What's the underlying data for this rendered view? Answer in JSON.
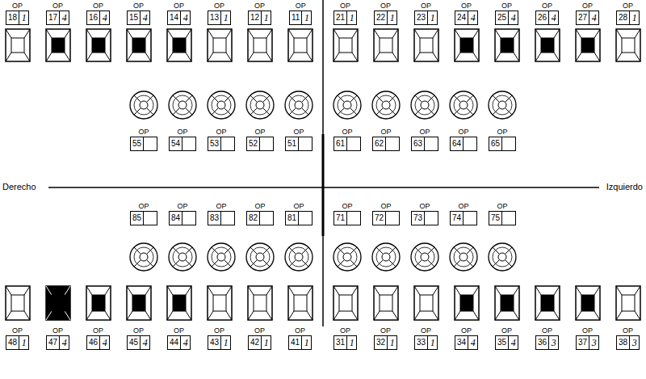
{
  "diagram": {
    "nodes": [
      {
        "text": [
          "OP",
          "18",
          "1"
        ]
      },
      {
        "text": [
          "OP",
          "17",
          "4"
        ]
      },
      {
        "text": [
          "OP",
          "16",
          "4"
        ]
      },
      {
        "text": [
          "OP",
          "15",
          "4"
        ]
      },
      {
        "text": [
          "OP",
          "14",
          "4"
        ]
      },
      {
        "text": [
          "OP",
          "13",
          "1"
        ]
      },
      {
        "text": [
          "OP",
          "12",
          "1"
        ]
      },
      {
        "text": [
          "OP",
          "11",
          "1"
        ]
      },
      {
        "text": [
          "OP",
          "21",
          "1"
        ]
      },
      {
        "text": [
          "OP",
          "22",
          "1"
        ]
      },
      {
        "text": [
          "OP",
          "23",
          "1"
        ]
      },
      {
        "text": [
          "OP",
          "24",
          "4"
        ]
      },
      {
        "text": [
          "OP",
          "25",
          "4"
        ]
      },
      {
        "text": [
          "OP",
          "26",
          "4"
        ]
      },
      {
        "text": [
          "OP",
          "27",
          "4"
        ]
      },
      {
        "text": [
          "OP",
          "28",
          "1"
        ]
      },
      {
        "text": [
          "OP",
          "55"
        ]
      },
      {
        "text": [
          "OP",
          "54"
        ]
      },
      {
        "text": [
          "OP",
          "53"
        ]
      },
      {
        "text": [
          "OP",
          "52"
        ]
      },
      {
        "text": [
          "OP",
          "51"
        ]
      },
      {
        "text": [
          "OP",
          "61"
        ]
      },
      {
        "text": [
          "OP",
          "62"
        ]
      },
      {
        "text": [
          "OP",
          "63"
        ]
      },
      {
        "text": [
          "OP",
          "64"
        ]
      },
      {
        "text": [
          "OP",
          "65"
        ]
      },
      {
        "text": [
          "OP",
          "85"
        ]
      },
      {
        "text": [
          "OP",
          "84"
        ]
      },
      {
        "text": [
          "OP",
          "83"
        ]
      },
      {
        "text": [
          "OP",
          "82"
        ]
      },
      {
        "text": [
          "OP",
          "81"
        ]
      },
      {
        "text": [
          "OP",
          "71"
        ]
      },
      {
        "text": [
          "OP",
          "72"
        ]
      },
      {
        "text": [
          "OP",
          "73"
        ]
      },
      {
        "text": [
          "OP",
          "74"
        ]
      },
      {
        "text": [
          "OP",
          "75"
        ]
      },
      {
        "text": [
          "OP",
          "48",
          "1"
        ]
      },
      {
        "text": [
          "OP",
          "47",
          "4"
        ]
      },
      {
        "text": [
          "OP",
          "46",
          "4"
        ]
      },
      {
        "text": [
          "OP",
          "45",
          "4"
        ]
      },
      {
        "text": [
          "OP",
          "44",
          "4"
        ]
      },
      {
        "text": [
          "OP",
          "43",
          "1"
        ]
      },
      {
        "text": [
          "OP",
          "42",
          "1"
        ]
      },
      {
        "text": [
          "OP",
          "41",
          "1"
        ]
      },
      {
        "text": [
          "OP",
          "31",
          "1"
        ]
      },
      {
        "text": [
          "OP",
          "32",
          "1"
        ]
      },
      {
        "text": [
          "OP",
          "33",
          "1"
        ]
      },
      {
        "text": [
          "OP",
          "34",
          "4"
        ]
      },
      {
        "text": [
          "OP",
          "35",
          "4"
        ]
      },
      {
        "text": [
          "OP",
          "36",
          "3"
        ]
      },
      {
        "text": [
          "OP",
          "37",
          "3"
        ]
      },
      {
        "text": [
          "OP",
          "38",
          "3"
        ]
      }
    ],
    "labels": [
      "Derecho",
      "Izquierdo"
    ]
  }
}
